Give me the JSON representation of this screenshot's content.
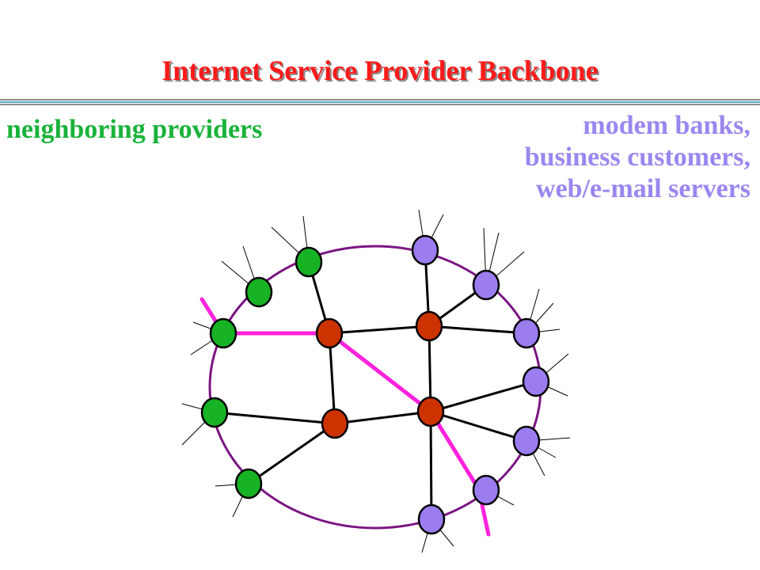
{
  "slide": {
    "title": "Internet Service Provider Backbone",
    "neighbor_label": "neighboring providers",
    "customer_label_lines": [
      "modem banks,",
      "business customers,",
      "web/e-mail servers"
    ]
  },
  "colors": {
    "title": "#ff1a1a",
    "title_shadow": "#8a8a8a",
    "rule": "#8c8c8c",
    "rule_accent": "#5aa9c8",
    "ring": "#7a1582",
    "router": "#cc3300",
    "neighbor_node": "#17b325",
    "customer_node": "#9b7df0",
    "highlight_link": "#ff22dd",
    "link": "#000000"
  }
}
